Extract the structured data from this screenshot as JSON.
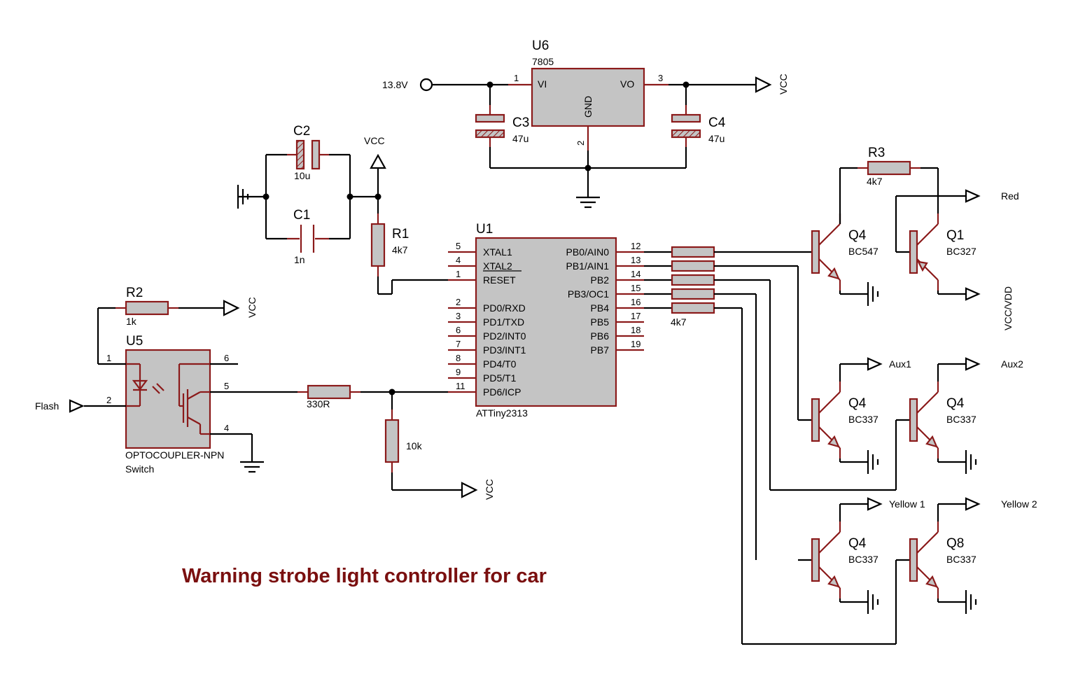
{
  "title": "Warning strobe light controller for car",
  "input_label": "13.8V",
  "flash_label": "Flash",
  "vcc": "VCC",
  "vcc_vdd": "VCC/VDD",
  "outputs": {
    "red": "Red",
    "aux1": "Aux1",
    "aux2": "Aux2",
    "yellow1": "Yellow 1",
    "yellow2": "Yellow 2"
  },
  "u6": {
    "ref": "U6",
    "part": "7805",
    "vi": "VI",
    "vo": "VO",
    "gnd": "GND",
    "pin1": "1",
    "pin2": "2",
    "pin3": "3"
  },
  "c1": {
    "ref": "C1",
    "value": "1n"
  },
  "c2": {
    "ref": "C2",
    "value": "10u"
  },
  "c3": {
    "ref": "C3",
    "value": "47u"
  },
  "c4": {
    "ref": "C4",
    "value": "47u"
  },
  "r1": {
    "ref": "R1",
    "value": "4k7"
  },
  "r2": {
    "ref": "R2",
    "value": "1k"
  },
  "r3": {
    "ref": "R3",
    "value": "4k7"
  },
  "r_base": {
    "value": "330R"
  },
  "r_pull": {
    "value": "10k"
  },
  "r_array": {
    "value": "4k7"
  },
  "u5": {
    "ref": "U5",
    "part": "OPTOCOUPLER-NPN",
    "subtitle": "Switch",
    "pins": {
      "p1": "1",
      "p2": "2",
      "p4": "4",
      "p5": "5",
      "p6": "6"
    }
  },
  "u1": {
    "ref": "U1",
    "part": "ATTiny2313",
    "left_pins": [
      {
        "num": "5",
        "name": "XTAL1"
      },
      {
        "num": "4",
        "name": "XTAL2"
      },
      {
        "num": "1",
        "name": "RESET"
      },
      {
        "num": "2",
        "name": "PD0/RXD"
      },
      {
        "num": "3",
        "name": "PD1/TXD"
      },
      {
        "num": "6",
        "name": "PD2/INT0"
      },
      {
        "num": "7",
        "name": "PD3/INT1"
      },
      {
        "num": "8",
        "name": "PD4/T0"
      },
      {
        "num": "9",
        "name": "PD5/T1"
      },
      {
        "num": "11",
        "name": "PD6/ICP"
      }
    ],
    "right_pins": [
      {
        "num": "12",
        "name": "PB0/AIN0"
      },
      {
        "num": "13",
        "name": "PB1/AIN1"
      },
      {
        "num": "14",
        "name": "PB2"
      },
      {
        "num": "15",
        "name": "PB3/OC1"
      },
      {
        "num": "16",
        "name": "PB4"
      },
      {
        "num": "17",
        "name": "PB5"
      },
      {
        "num": "18",
        "name": "PB6"
      },
      {
        "num": "19",
        "name": "PB7"
      }
    ]
  },
  "transistors": [
    {
      "ref": "Q4",
      "part": "BC547"
    },
    {
      "ref": "Q1",
      "part": "BC327"
    },
    {
      "ref": "Q4",
      "part": "BC337"
    },
    {
      "ref": "Q4",
      "part": "BC337"
    },
    {
      "ref": "Q4",
      "part": "BC337"
    },
    {
      "ref": "Q8",
      "part": "BC337"
    }
  ]
}
